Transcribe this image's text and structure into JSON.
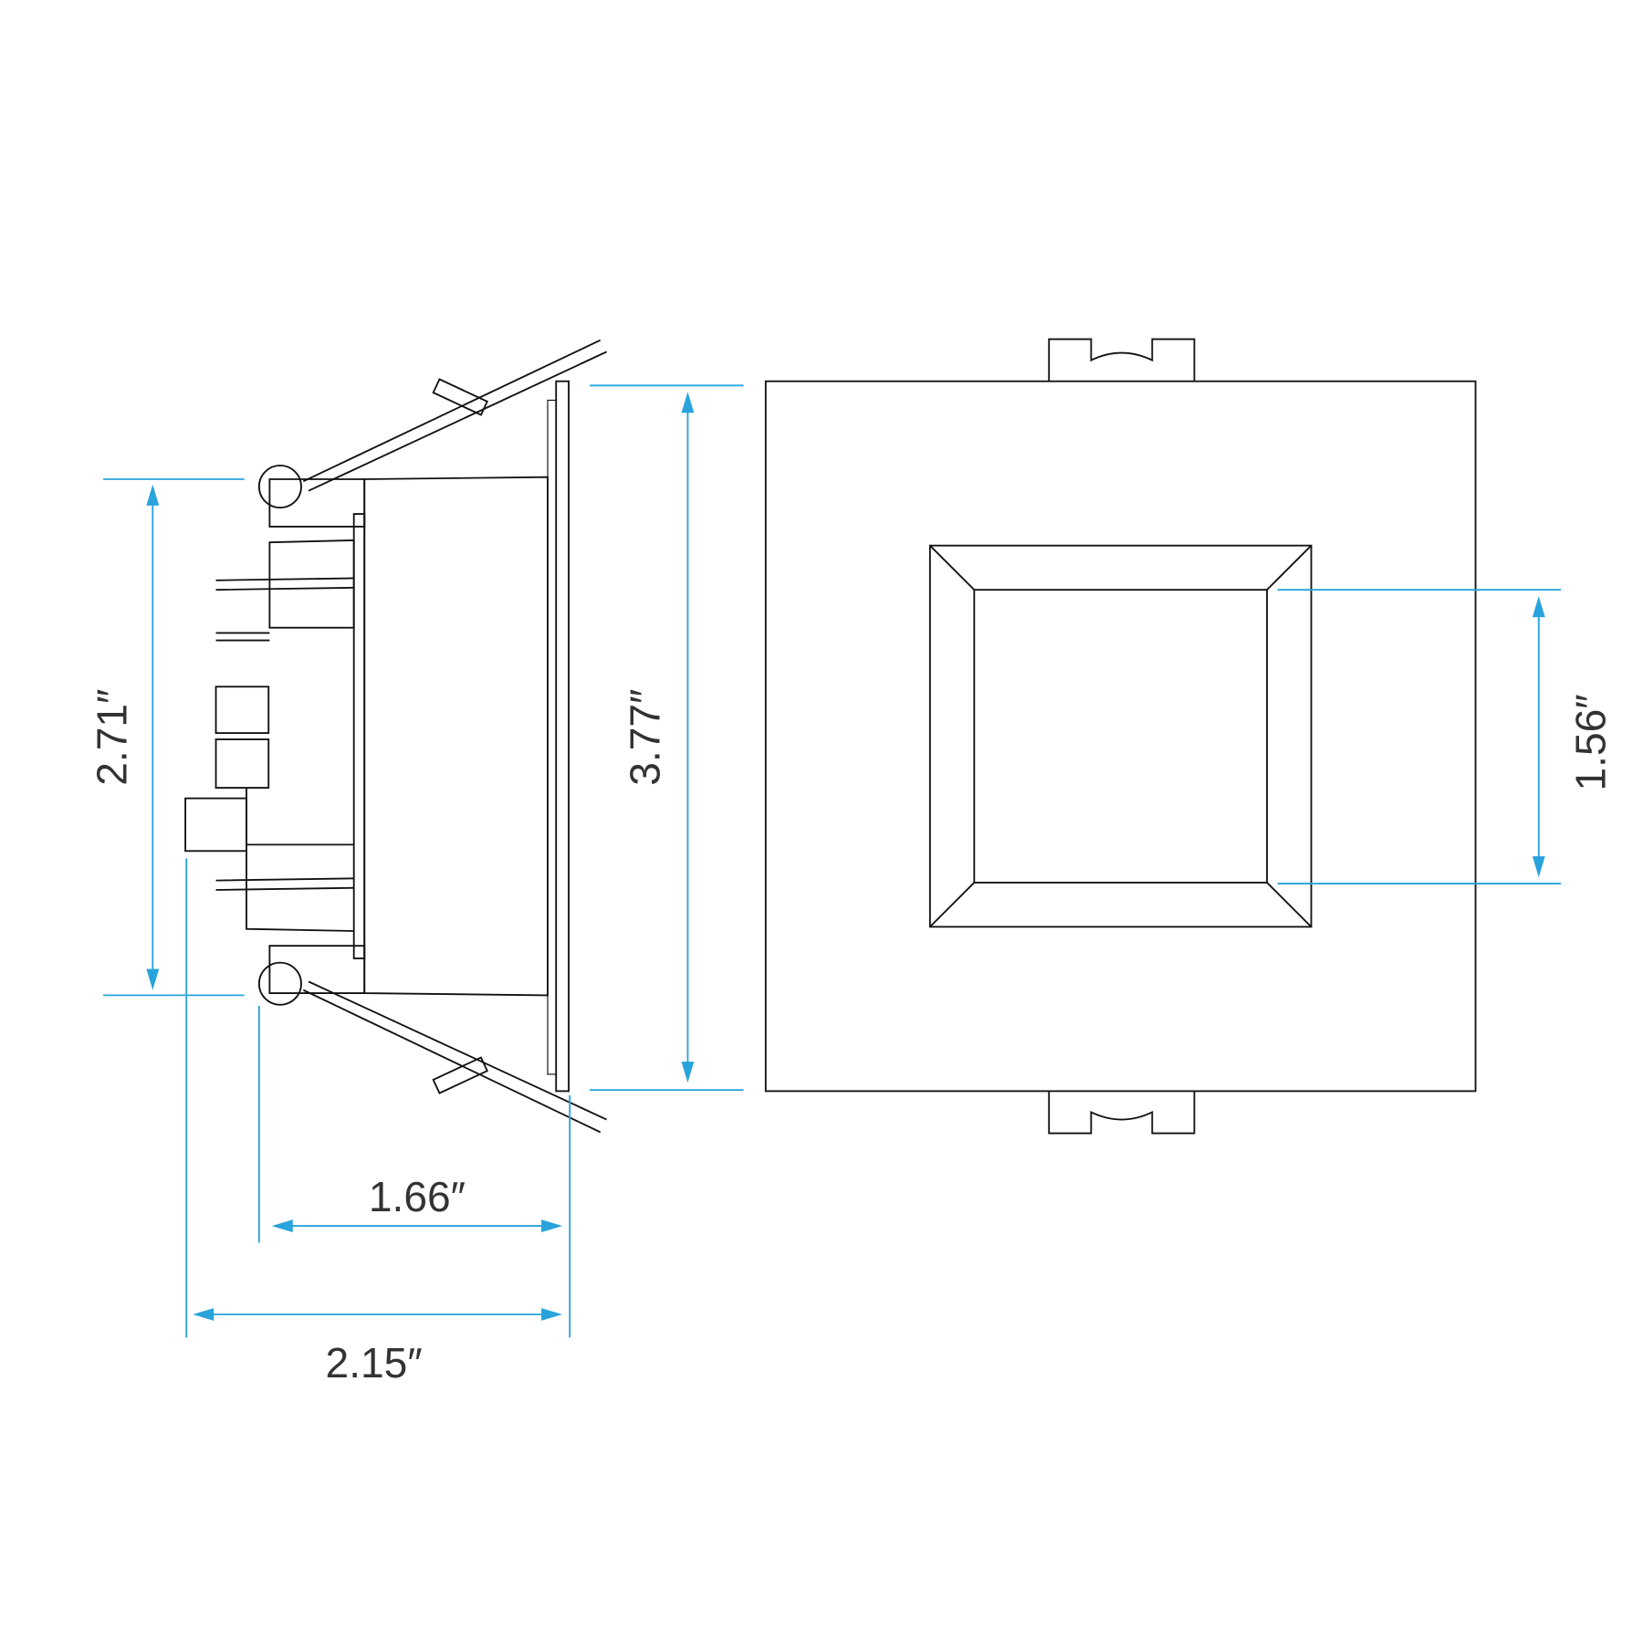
{
  "dimensions": {
    "side_height": "2.71″",
    "overall_height": "3.77″",
    "aperture": "1.56″",
    "depth_below_flange": "1.66″",
    "overall_depth": "2.15″"
  },
  "colors": {
    "dimension": "#29a3dc",
    "line": "#111111",
    "text": "#333333"
  }
}
